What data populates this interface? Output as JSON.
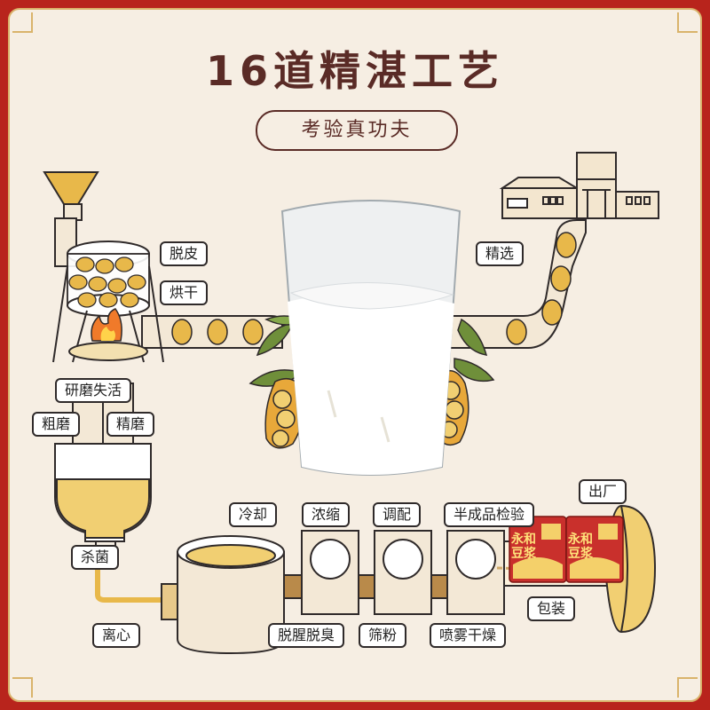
{
  "title": "16道精湛工艺",
  "subtitle": "考验真功夫",
  "steps": {
    "peel": "脱皮",
    "dry": "烘干",
    "select": "精选",
    "grind_inactivate": "研磨失活",
    "coarse_grind": "粗磨",
    "fine_grind": "精磨",
    "sterilize": "杀菌",
    "centrifuge": "离心",
    "cool": "冷却",
    "concentrate": "浓缩",
    "blend": "调配",
    "semi_inspect": "半成品检验",
    "deodorize": "脱腥脱臭",
    "sieve": "筛粉",
    "spray_dry": "喷雾干燥",
    "package": "包装",
    "ship": "出厂"
  },
  "product": {
    "brand": "永和豆浆"
  },
  "colors": {
    "frame_red": "#b8241c",
    "panel": "#f6eee3",
    "title": "#5a2b26",
    "bean": "#e8b84a",
    "leaf": "#6f8f3a"
  }
}
